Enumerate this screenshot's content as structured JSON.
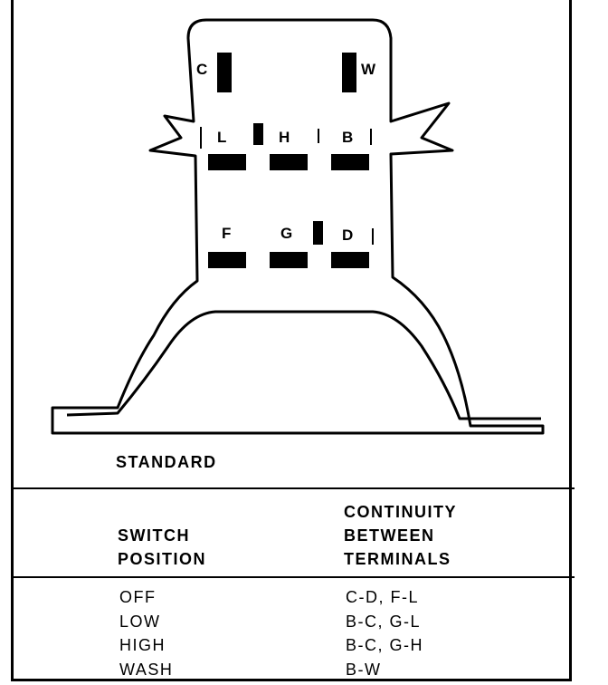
{
  "diagram": {
    "terminals": {
      "c": "C",
      "w": "W",
      "l": "L",
      "h": "H",
      "b": "B",
      "f": "F",
      "g": "G",
      "d": "D"
    },
    "caption": "STANDARD"
  },
  "table": {
    "headers": {
      "switch_position": [
        "SWITCH",
        "POSITION"
      ],
      "continuity": [
        "CONTINUITY",
        "BETWEEN",
        "TERMINALS"
      ]
    },
    "rows": [
      {
        "position": "OFF",
        "continuity": "C-D, F-L"
      },
      {
        "position": "LOW",
        "continuity": "B-C, G-L"
      },
      {
        "position": "HIGH",
        "continuity": "B-C, G-H"
      },
      {
        "position": "WASH",
        "continuity": "B-W"
      }
    ]
  }
}
